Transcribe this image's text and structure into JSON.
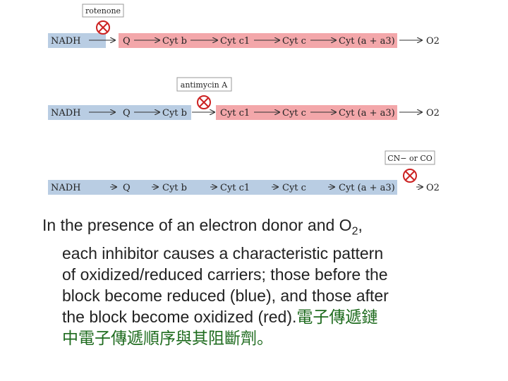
{
  "colors": {
    "reduced": "#b9cde3",
    "oxidized": "#f3a7aa",
    "inhibitor": "#cc2222"
  },
  "rows": [
    {
      "inhibitor": "rotenone",
      "carriers": [
        "NADH",
        "Q",
        "Cyt b",
        "Cyt c1",
        "Cyt c",
        "Cyt (a + a3)",
        "O2"
      ]
    },
    {
      "inhibitor": "antimycin A",
      "carriers": [
        "NADH",
        "Q",
        "Cyt b",
        "Cyt c1",
        "Cyt c",
        "Cyt (a + a3)",
        "O2"
      ]
    },
    {
      "inhibitor": "CN− or CO",
      "carriers": [
        "NADH",
        "Q",
        "Cyt b",
        "Cyt c1",
        "Cyt c",
        "Cyt (a + a3)",
        "O2"
      ]
    }
  ],
  "caption": {
    "part1": "In the presence of an electron donor and O",
    "sub": "2",
    "part2": ",",
    "line2": "each inhibitor causes a characteristic pattern",
    "line3": "of oxidized/reduced carriers; those before the",
    "line4": "block become reduced (blue), and those after",
    "line5_en": "the block become oxidized (red).",
    "line5_zh": "電子傳遞鏈",
    "line6_zh": "中電子傳遞順序與其阻斷劑。"
  }
}
